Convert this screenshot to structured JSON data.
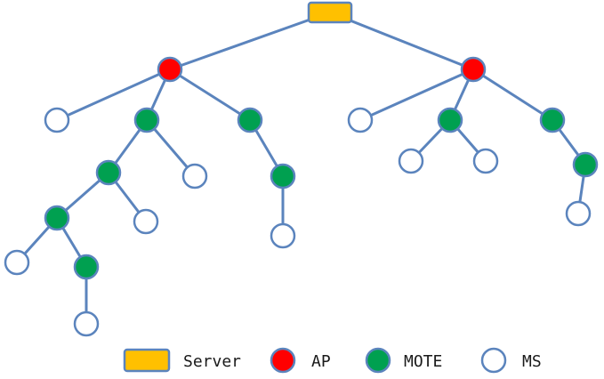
{
  "colors": {
    "edge": "#5b84bd",
    "server": "#ffc000",
    "ap": "#ff0000",
    "mote": "#00a050",
    "ms": "#ffffff"
  },
  "legend": {
    "server": "Server",
    "ap": "AP",
    "mote": "MOTE",
    "ms": "MS"
  },
  "tree": {
    "nodes": [
      {
        "id": "server",
        "type": "server",
        "parent": null
      },
      {
        "id": "ap1",
        "type": "ap",
        "parent": "server"
      },
      {
        "id": "ap2",
        "type": "ap",
        "parent": "server"
      },
      {
        "id": "ms1",
        "type": "ms",
        "parent": "ap1"
      },
      {
        "id": "mote1",
        "type": "mote",
        "parent": "ap1"
      },
      {
        "id": "mote2",
        "type": "mote",
        "parent": "ap1"
      },
      {
        "id": "mote3",
        "type": "mote",
        "parent": "mote1"
      },
      {
        "id": "ms2",
        "type": "ms",
        "parent": "mote1"
      },
      {
        "id": "mote4",
        "type": "mote",
        "parent": "mote3"
      },
      {
        "id": "ms3",
        "type": "ms",
        "parent": "mote3"
      },
      {
        "id": "ms4",
        "type": "ms",
        "parent": "mote4"
      },
      {
        "id": "mote5",
        "type": "mote",
        "parent": "mote4"
      },
      {
        "id": "ms5",
        "type": "ms",
        "parent": "mote5"
      },
      {
        "id": "mote6",
        "type": "mote",
        "parent": "mote2"
      },
      {
        "id": "ms6",
        "type": "ms",
        "parent": "mote6"
      },
      {
        "id": "ms7",
        "type": "ms",
        "parent": "ap2"
      },
      {
        "id": "mote7",
        "type": "mote",
        "parent": "ap2"
      },
      {
        "id": "mote8",
        "type": "mote",
        "parent": "ap2"
      },
      {
        "id": "ms8",
        "type": "ms",
        "parent": "mote7"
      },
      {
        "id": "ms9",
        "type": "ms",
        "parent": "mote7"
      },
      {
        "id": "mote9",
        "type": "mote",
        "parent": "mote8"
      },
      {
        "id": "ms10",
        "type": "ms",
        "parent": "mote9"
      }
    ]
  }
}
